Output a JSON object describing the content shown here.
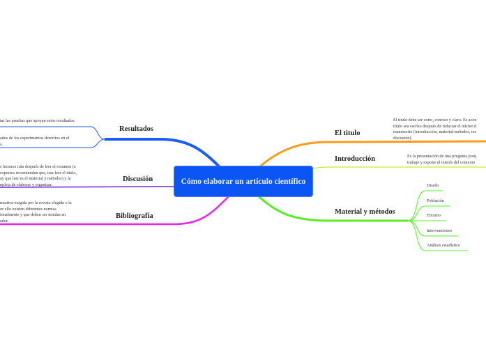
{
  "center": {
    "title": "Cómo elaborar un artículo científico",
    "color": "#0b55f5"
  },
  "branches": {
    "resultados": {
      "label": "Resultados",
      "color": "#1a5cff",
      "notes": [
        "tar las pruebas que apoyan estos resultados.",
        "ados de los experimentos descritos en el\ns."
      ]
    },
    "discusion": {
      "label": "Discusión",
      "color": "#6a22e0",
      "note": "s lectores irán después de leer el resumen (a\nexpertos recomiendan que, tras leer el título,\nay que leer es el material y métodos) y la\nnpleja de elaborar y organizar."
    },
    "bibliografia": {
      "label": "Bibliografía",
      "color": "#ee22ee",
      "note": "rmativa exigida por la revista elegida o la\nor ello existen diferentes normas\nionalmente y que deben ser tenidas en\nador."
    },
    "titulo": {
      "label": "El titulo",
      "color": "#ff9a1a",
      "note": "El título debe ser corto, conciso y claro. Es acon\ntítulo sea escrito después de redactar el núcleo d\nmanuscrito (introducción, material-métodos, res\ndiscusión)."
    },
    "introduccion": {
      "label": "Introducción",
      "color": "#c8ea30",
      "note": "Es la presentación de una pregunta porq\ntrabajo y expone el interés del contexto"
    },
    "material": {
      "label": "Material y métodos",
      "color": "#55ee22",
      "items": [
        "Diseño",
        "Población",
        "Entorno",
        "Intervenciones",
        "Análisis estadístico"
      ]
    }
  }
}
